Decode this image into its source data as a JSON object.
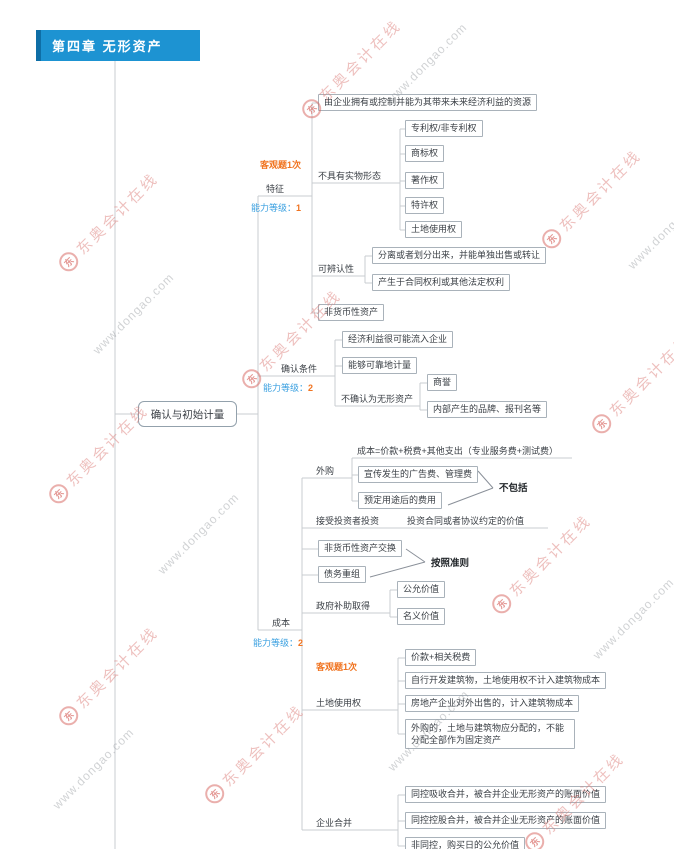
{
  "title": "第四章  无形资产",
  "root": "确认与初始计量",
  "badges": {
    "objective": "客观题1次",
    "ability": "能力等级：",
    "level_1": "1",
    "level_2": "2"
  },
  "features": {
    "label": "特征",
    "resource": "由企业拥有或控制并能为其带来未来经济利益的资源",
    "no_physical_form": {
      "label": "不具有实物形态",
      "items": [
        "专利权/非专利权",
        "商标权",
        "著作权",
        "特许权",
        "土地使用权"
      ]
    },
    "identifiability": {
      "label": "可辨认性",
      "items": [
        "分离或者划分出来，并能单独出售或转让",
        "产生于合同权利或其他法定权利"
      ]
    },
    "non_monetary": "非货币性资产"
  },
  "recognition": {
    "label": "确认条件",
    "benefit_inflow": "经济利益很可能流入企业",
    "reliable_measure": "能够可靠地计量",
    "not_recognized": {
      "label": "不确认为无形资产",
      "items": [
        "商誉",
        "内部产生的品牌、报刊名等"
      ]
    }
  },
  "cost": {
    "label": "成本",
    "purchase": {
      "label": "外购",
      "formula": "成本=价款+税费+其他支出（专业服务费+测试费）",
      "excluded_items": [
        "宣传发生的广告费、管理费",
        "预定用途后的费用"
      ],
      "excluded_note": "不包括"
    },
    "investor": {
      "label": "接受投资者投资",
      "value": "投资合同或者协议约定的价值"
    },
    "nonmonetary_exchange": "非货币性资产交换",
    "debt_restructuring": "债务重组",
    "per_standard_note": "按照准则",
    "government_grant": {
      "label": "政府补助取得",
      "items": [
        "公允价值",
        "名义价值"
      ]
    },
    "land_use_right": {
      "label": "土地使用权",
      "items": [
        "价款+相关税费",
        "自行开发建筑物，土地使用权不计入建筑物成本",
        "房地产企业对外出售的，计入建筑物成本",
        "外购的，土地与建筑物应分配的，不能分配全部作为固定资产"
      ]
    },
    "business_combination": {
      "label": "企业合并",
      "items": [
        "同控吸收合并，被合并企业无形资产的账面价值",
        "同控控股合并，被合并企业无形资产的账面价值",
        "非同控，购买日的公允价值"
      ]
    }
  },
  "watermark": {
    "brand": "东奥会计在线",
    "url": "www.dongao.com",
    "logo": "东"
  }
}
